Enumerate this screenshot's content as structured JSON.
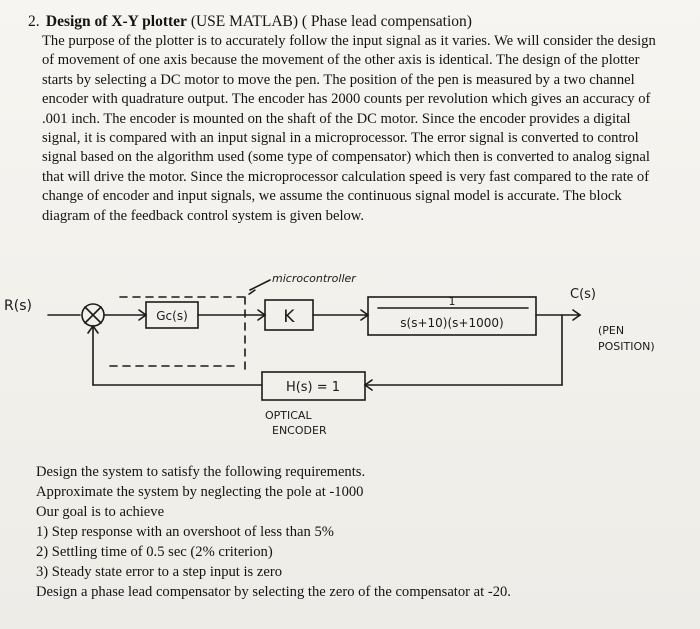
{
  "problem": {
    "number": "2.",
    "title": "Design of X-Y plotter",
    "subtitle": "(USE MATLAB)  ( Phase lead compensation)",
    "paragraph": "The purpose of the plotter is to accurately follow the input signal as it varies. We will consider the design of movement of one axis because the movement of the other axis is identical. The design of the plotter starts by selecting a DC motor to move the pen. The position of the pen is measured by a two channel encoder with quadrature output. The encoder has 2000 counts per revolution which gives an accuracy of .001 inch. The encoder is mounted on the shaft of the DC motor. Since the encoder provides a digital signal, it is compared with an input signal in a microprocessor. The error signal is converted to control signal based on the algorithm used (some type of compensator) which then is converted to analog signal that will drive the motor. Since the microprocessor calculation speed is very fast compared to the rate of change of encoder and input signals, we assume the continuous signal model is accurate. The block diagram of the feedback control system is given below."
  },
  "diagram": {
    "input_label": "R(s)",
    "output_label": "C(s)",
    "microcontroller_label": "microcontroller",
    "compensator_label": "Gc(s)",
    "gain_label": "K",
    "plant_label": "s(s+10)(s+1000)",
    "plant_numerator": "1",
    "feedback_label": "H(s) = 1",
    "feedback_caption_line1": "OPTICAL",
    "feedback_caption_line2": "ENCODER",
    "output_caption_line1": "(PEN",
    "output_caption_line2": "POSITION)"
  },
  "requirements": {
    "intro": "Design the system to satisfy the following requirements.",
    "approx": "Approximate the system by neglecting the pole at -1000",
    "goal": "Our goal is to achieve",
    "items": [
      "1) Step response with an overshoot of less than 5%",
      "2) Settling time of 0.5 sec (2% criterion)",
      "3) Steady state error to a step input is zero"
    ],
    "task": "Design a phase lead compensator by selecting the zero of the compensator at -20."
  }
}
